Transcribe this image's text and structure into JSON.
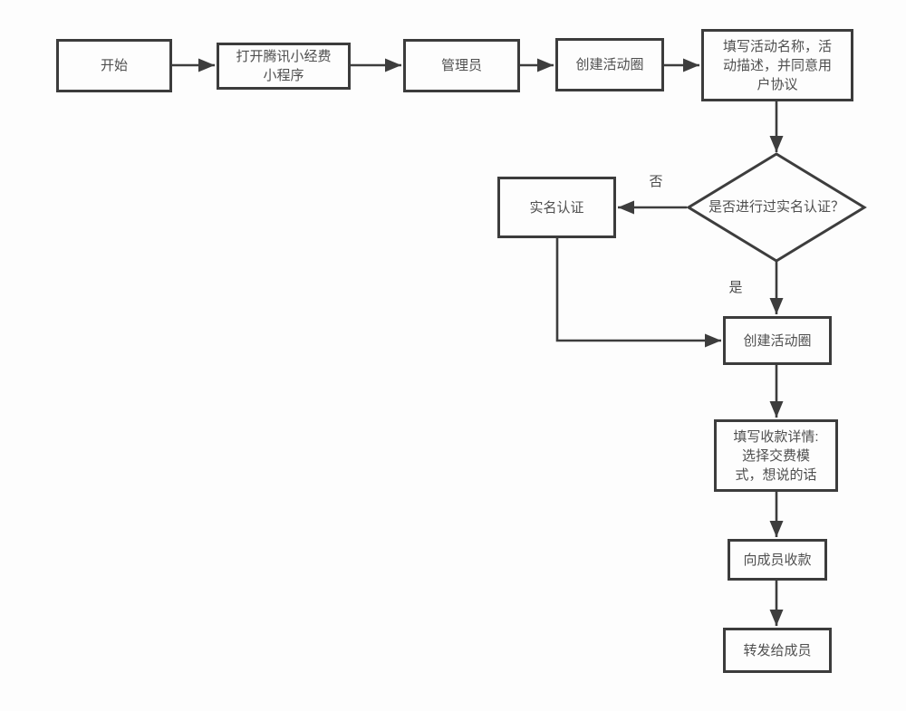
{
  "diagram": {
    "type": "flowchart",
    "background_color": "#fdfdfd",
    "line_color": "#3d3d3d",
    "text_color": "#4f4f4f",
    "nodes": {
      "start": {
        "shape": "rect",
        "label": "开始"
      },
      "open_app": {
        "shape": "rect",
        "label": "打开腾讯小经费\n小程序"
      },
      "admin": {
        "shape": "rect",
        "label": "管理员"
      },
      "create_circle_1": {
        "shape": "rect",
        "label": "创建活动圈"
      },
      "fill_activity": {
        "shape": "rect",
        "label": "填写活动名称，活\n动描述，并同意用\n户协议"
      },
      "real_name_check": {
        "shape": "diamond",
        "label": "是否进行过实名认证？"
      },
      "real_name_auth": {
        "shape": "rect",
        "label": "实名认证"
      },
      "create_circle_2": {
        "shape": "rect",
        "label": "创建活动圈"
      },
      "fill_payment": {
        "shape": "rect",
        "label": "填写收款详情:\n选择交费模\n式，想说的话"
      },
      "collect_members": {
        "shape": "rect",
        "label": "向成员收款"
      },
      "forward_members": {
        "shape": "rect",
        "label": "转发给成员"
      }
    },
    "edge_labels": {
      "no": "否",
      "yes": "是"
    }
  }
}
